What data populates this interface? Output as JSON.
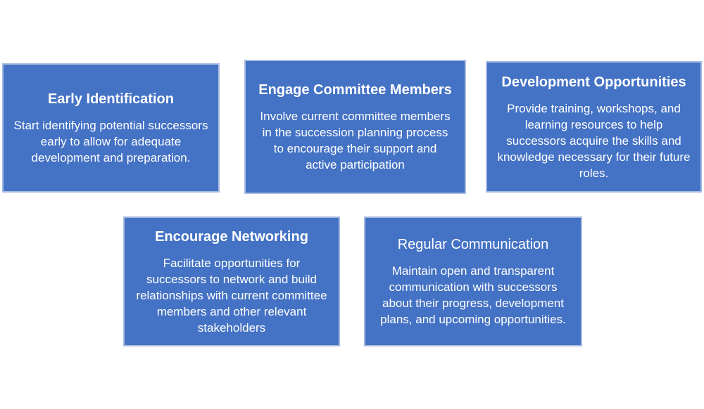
{
  "theme": {
    "background": "#FFFFFF",
    "box_fill": "#4472C4",
    "box_border": "#A9BCE2",
    "text_color": "#FFFFFF"
  },
  "boxes": [
    {
      "title": "Early Identification",
      "body": "Start identifying potential successors early to allow for adequate development and preparation."
    },
    {
      "title": "Engage Committee Members",
      "body": "Involve current committee members in the succession planning process to encourage their support and active participation"
    },
    {
      "title": "Development Opportunities",
      "body": "Provide training, workshops, and learning resources to help successors acquire the skills and knowledge necessary for their future roles."
    },
    {
      "title": "Encourage Networking",
      "body": "Facilitate opportunities for successors to network and build relationships with current committee members and other relevant stakeholders"
    },
    {
      "title": "Regular Communication",
      "body": "Maintain open and transparent communication with successors about their progress, development plans, and upcoming opportunities."
    }
  ]
}
